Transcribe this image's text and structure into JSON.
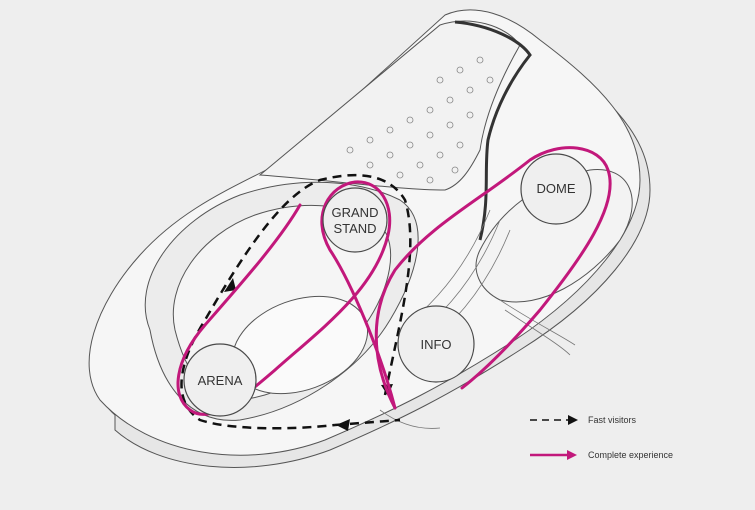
{
  "colors": {
    "background": "#eeeeee",
    "building_fill": "#f6f6f6",
    "building_stroke": "#555555",
    "complete_path": "#c2187b",
    "fast_path": "#111111",
    "node_fill": "#efefef",
    "node_stroke": "#4a4a4a"
  },
  "nodes": [
    {
      "id": "grand_stand",
      "lines": [
        "GRAND",
        "STAND"
      ]
    },
    {
      "id": "dome",
      "lines": [
        "DOME"
      ]
    },
    {
      "id": "info",
      "lines": [
        "INFO"
      ]
    },
    {
      "id": "arena",
      "lines": [
        "ARENA"
      ]
    }
  ],
  "legend": {
    "fast": {
      "label": "Fast visitors",
      "line_style": "dashed",
      "icon": "arrow-right-icon"
    },
    "complete": {
      "label": "Complete experience",
      "line_style": "solid",
      "icon": "arrow-right-icon"
    }
  }
}
